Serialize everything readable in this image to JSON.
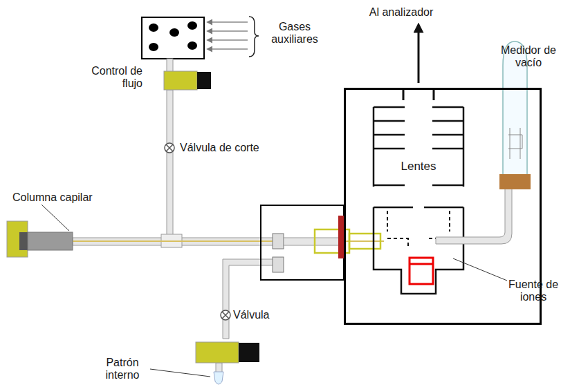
{
  "diagram": {
    "nodes": [
      {
        "text": [
          "Lentes"
        ]
      }
    ],
    "labels": [
      "Al analizador",
      "Gases auxiliares",
      "Control de flujo",
      "Válvula de corte",
      "Columna capilar",
      "Medidor de vacío",
      "Válvula",
      "Fuente de iones",
      "Patrón interno"
    ]
  }
}
